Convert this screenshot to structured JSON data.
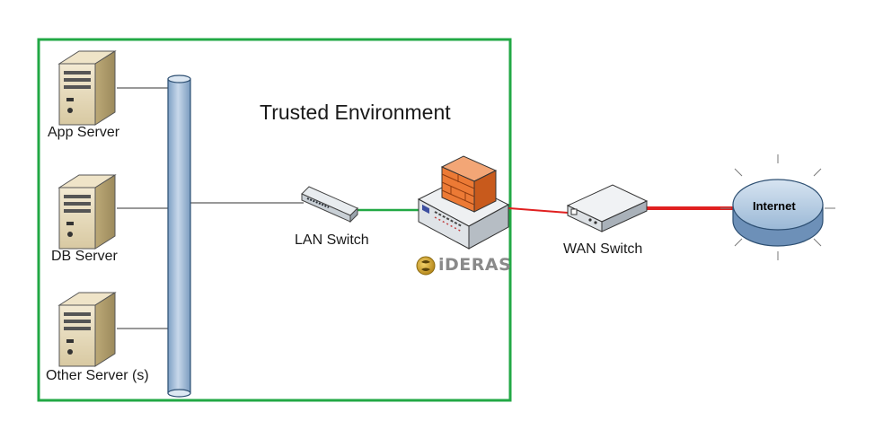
{
  "title": "Trusted Environment",
  "servers": [
    {
      "label": "App Server"
    },
    {
      "label": "DB Server"
    },
    {
      "label": "Other Server (s)"
    }
  ],
  "lan_switch": {
    "label": "LAN Switch"
  },
  "wan_switch": {
    "label": "WAN Switch"
  },
  "internet": {
    "label": "Internet"
  },
  "firewall_brand": {
    "text": "iDERAS"
  },
  "colors": {
    "trusted_border": "#22a845",
    "lan_link": "#22a845",
    "wan_link": "#e02020",
    "bus": "#a9c3de",
    "firewall": "#ec7a35",
    "internet_disk": "#a9c3de"
  }
}
